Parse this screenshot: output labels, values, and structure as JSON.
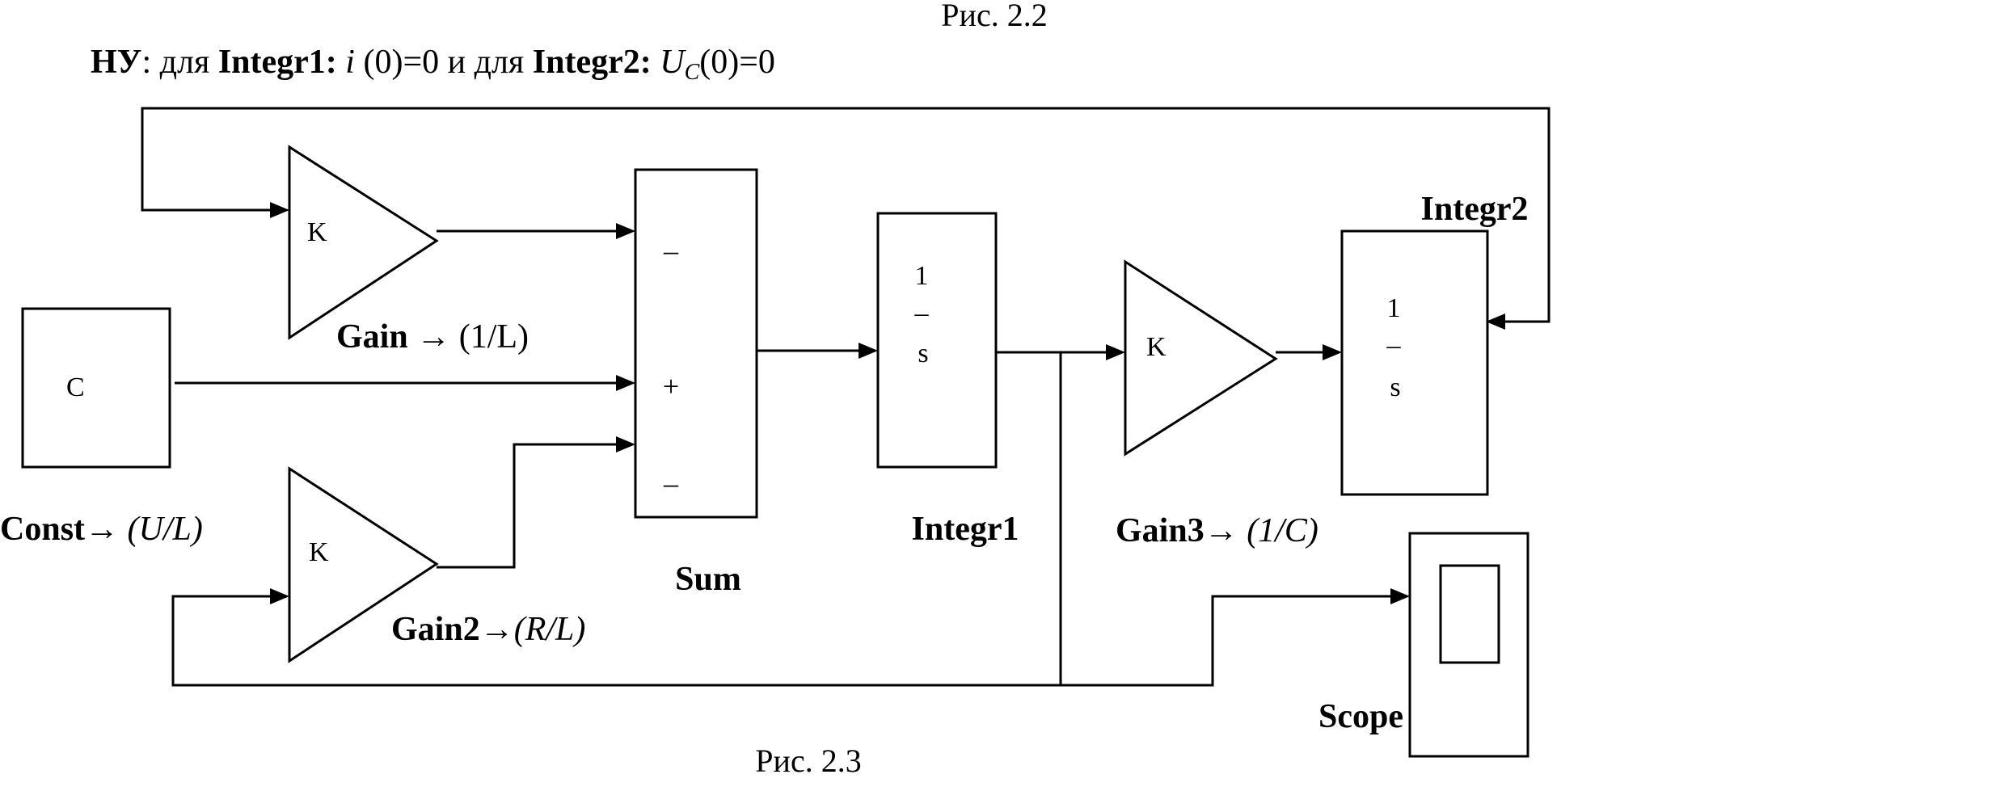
{
  "captions": {
    "top": "Рис. 2.2",
    "bottom": "Рис. 2.3"
  },
  "initial_conditions": {
    "prefix_bold": "НУ",
    "text1": ": для ",
    "integr1_bold": "Integr1:",
    "i_var": "i",
    "eq1": " (0)=0 и для ",
    "integr2_bold": "Integr2:",
    "u_var": "U",
    "u_sub": "C",
    "eq2": "(0)=0"
  },
  "blocks": {
    "gain": {
      "inner": "K",
      "name": "Gain",
      "arrow": "→",
      "value": "(1/L)"
    },
    "gain2": {
      "inner": "K",
      "name": "Gain2",
      "arrow": "→",
      "value": "(R/L)"
    },
    "gain3": {
      "inner": "K",
      "name": "Gain3",
      "arrow": "→",
      "value": "(1/C)"
    },
    "const": {
      "inner": "C",
      "name": "Const",
      "arrow": "→",
      "value": "(U/L)"
    },
    "sum": {
      "name": "Sum",
      "signs": [
        "–",
        "+",
        "–"
      ]
    },
    "integr1": {
      "name": "Integr1",
      "num": "1",
      "bar": "–",
      "den": "s"
    },
    "integr2": {
      "name": "Integr2",
      "num": "1",
      "bar": "–",
      "den": "s"
    },
    "scope": {
      "name": "Scope"
    }
  }
}
